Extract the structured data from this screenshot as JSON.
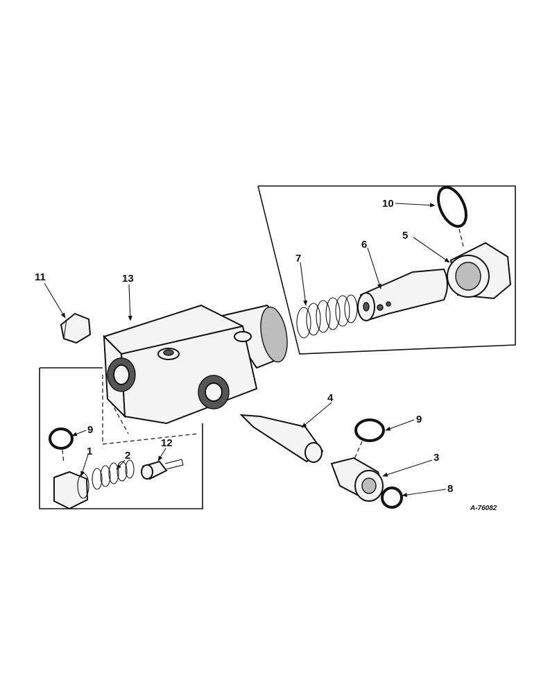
{
  "diagram": {
    "reference_code": "A-76082",
    "callouts": [
      {
        "id": "c1",
        "label": "1"
      },
      {
        "id": "c2",
        "label": "2"
      },
      {
        "id": "c3",
        "label": "3"
      },
      {
        "id": "c4",
        "label": "4"
      },
      {
        "id": "c5",
        "label": "5"
      },
      {
        "id": "c6",
        "label": "6"
      },
      {
        "id": "c7",
        "label": "7"
      },
      {
        "id": "c8",
        "label": "8"
      },
      {
        "id": "c9a",
        "label": "9"
      },
      {
        "id": "c9b",
        "label": "9"
      },
      {
        "id": "c10",
        "label": "10"
      },
      {
        "id": "c11",
        "label": "11"
      },
      {
        "id": "c12",
        "label": "12"
      },
      {
        "id": "c13",
        "label": "13"
      }
    ]
  }
}
